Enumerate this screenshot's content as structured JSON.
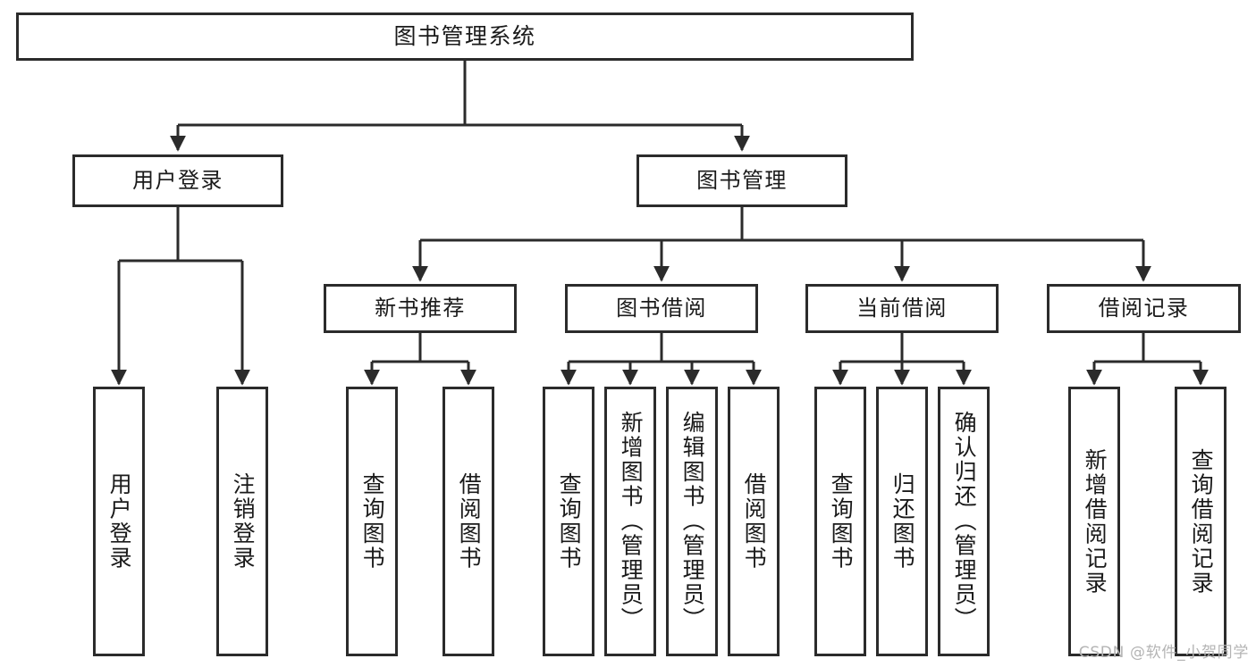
{
  "diagram": {
    "title": "图书管理系统",
    "watermark": "CSDN @软件_小贺同学",
    "line_color": "#2b2b2b",
    "box_fill": "#ffffff",
    "text_color": "#1a1a1a",
    "watermark_color": "#b4b4b4"
  },
  "nodes": {
    "root": {
      "label": "图书管理系统"
    },
    "level2": [
      {
        "label": "用户登录"
      },
      {
        "label": "图书管理"
      }
    ],
    "level3": [
      {
        "label": "新书推荐"
      },
      {
        "label": "图书借阅"
      },
      {
        "label": "当前借阅"
      },
      {
        "label": "借阅记录"
      }
    ],
    "leaves": {
      "user_login": [
        {
          "label": "用户登录"
        },
        {
          "label": "注销登录"
        }
      ],
      "new_book_recommend": [
        {
          "label": "查询图书"
        },
        {
          "label": "借阅图书"
        }
      ],
      "book_borrow": [
        {
          "label": "查询图书"
        },
        {
          "label": "新增图书（管理员）"
        },
        {
          "label": "编辑图书（管理员）"
        },
        {
          "label": "借阅图书"
        }
      ],
      "current_borrow": [
        {
          "label": "查询图书"
        },
        {
          "label": "归还图书"
        },
        {
          "label": "确认归还（管理员）"
        }
      ],
      "borrow_record": [
        {
          "label": "新增借阅记录"
        },
        {
          "label": "查询借阅记录"
        }
      ]
    }
  }
}
